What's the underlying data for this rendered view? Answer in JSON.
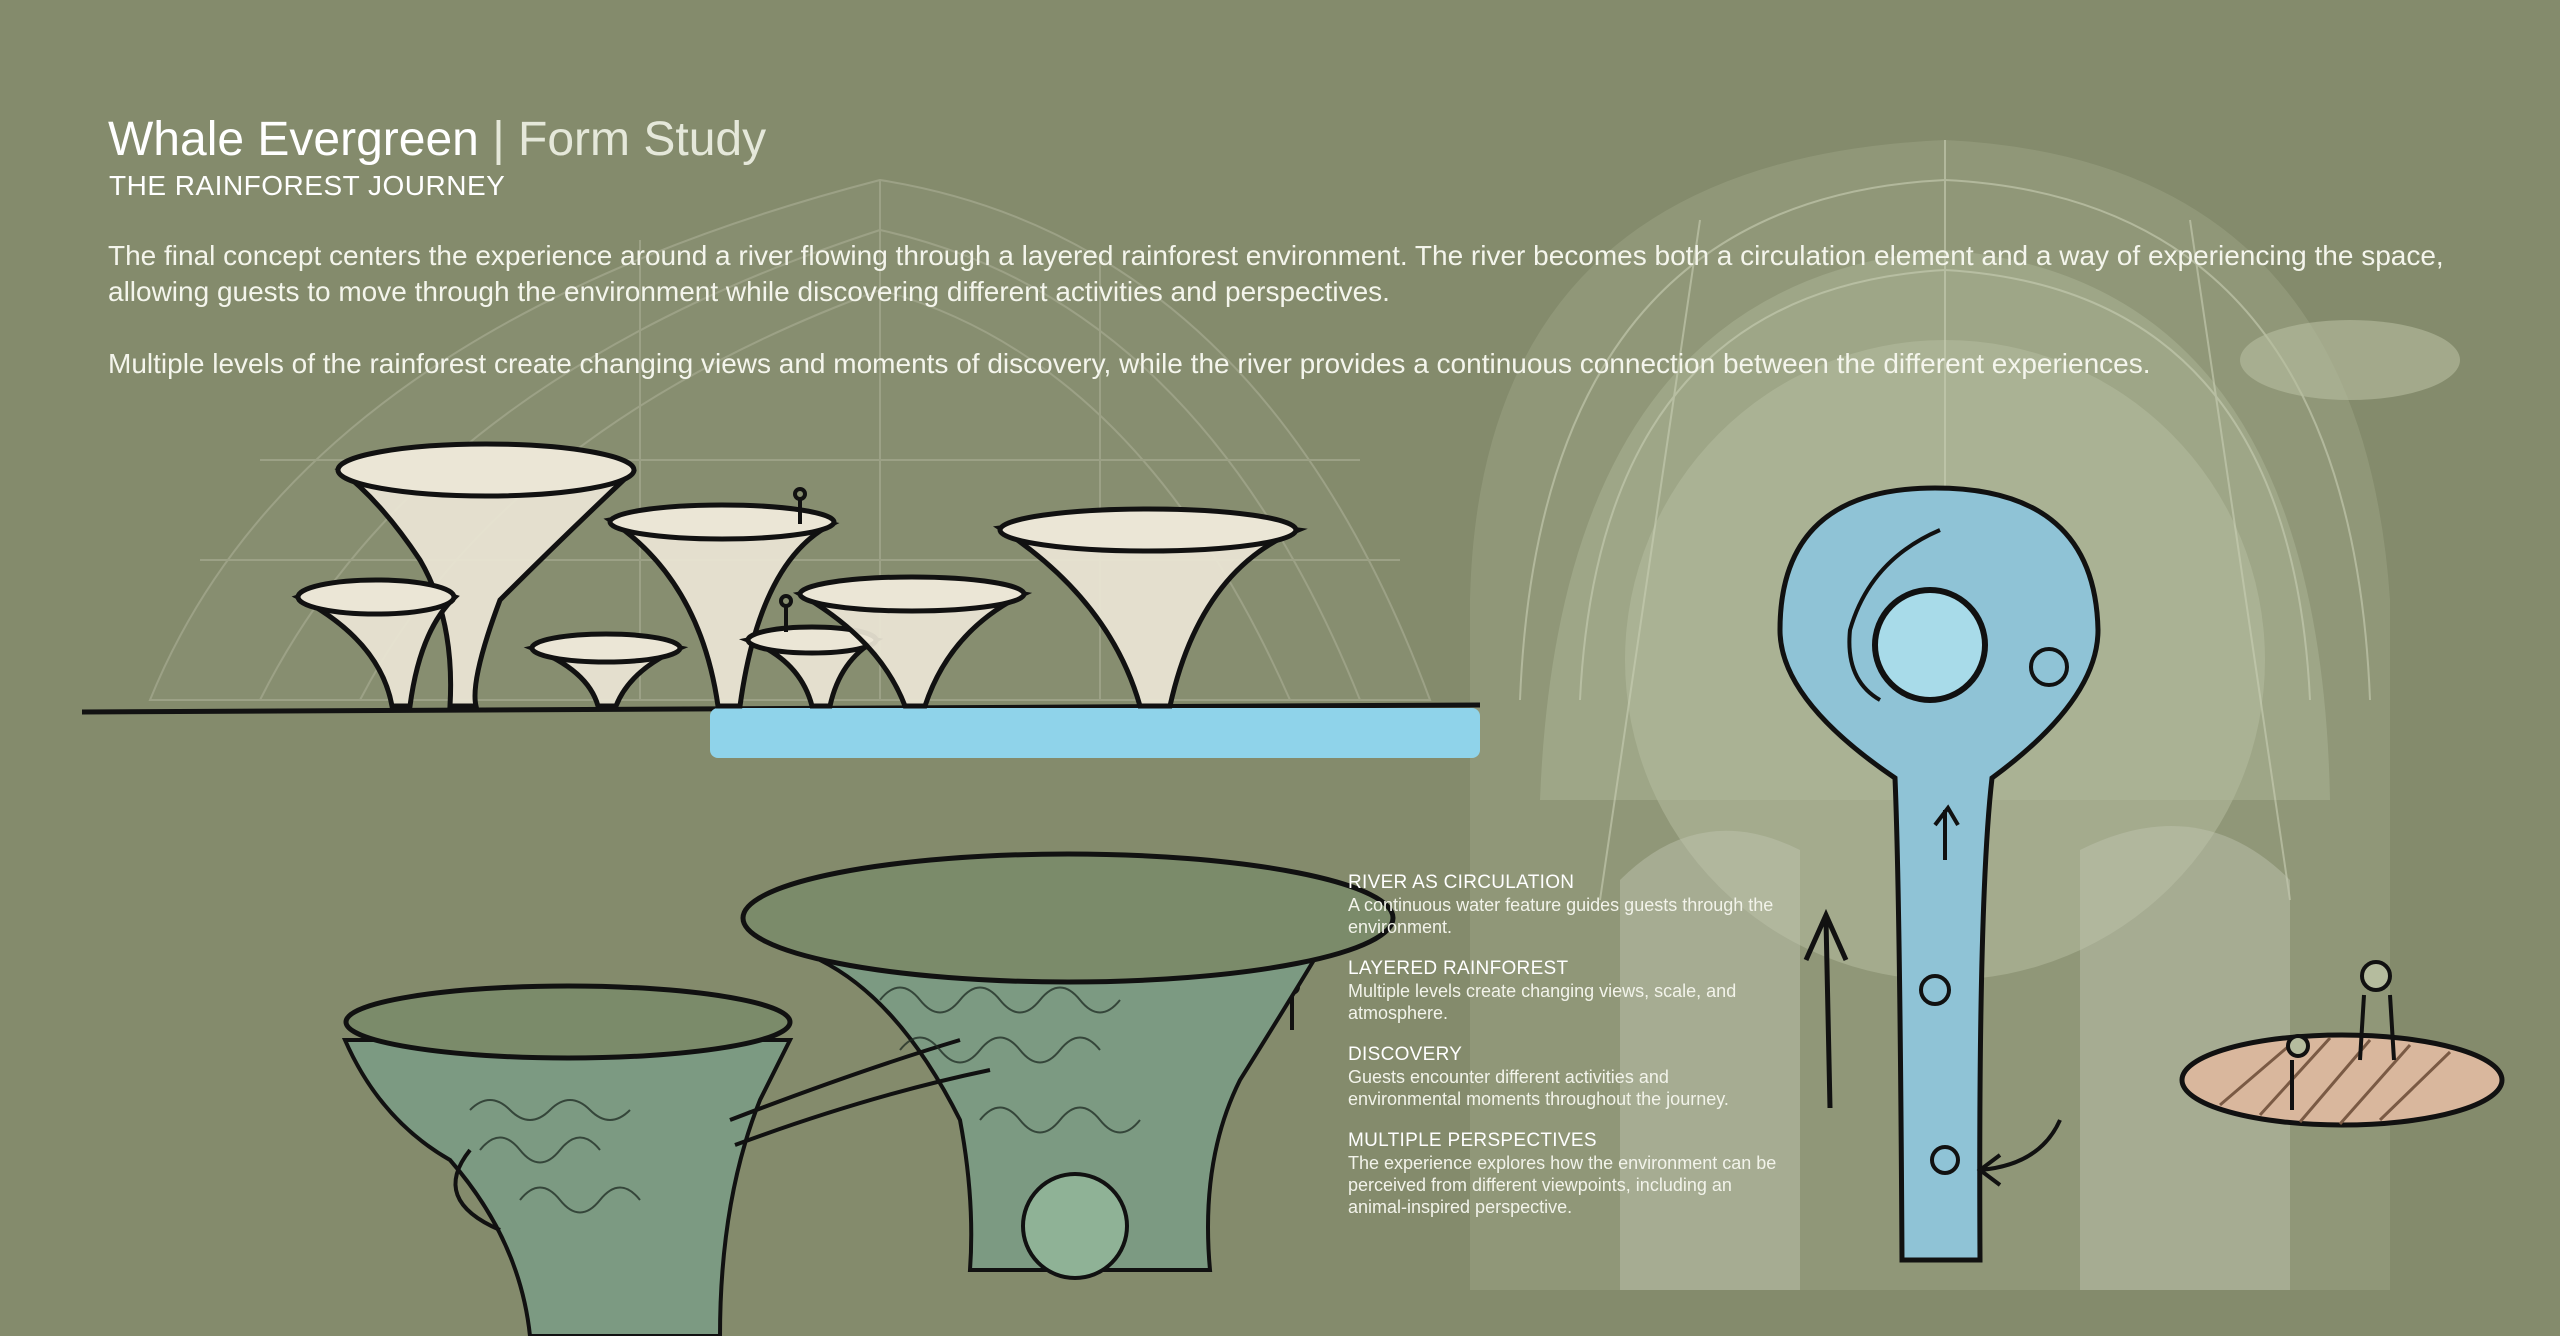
{
  "header": {
    "title": "Whale Evergreen",
    "separator": "|",
    "subtitle_title": "Form Study",
    "section": "THE RAINFOREST JOURNEY"
  },
  "paragraphs": [
    "The final concept centers the experience around a river flowing through a layered rainforest environment. The river becomes both a circulation element and a way of experiencing the space, allowing guests to move through the environment while discovering different activities and perspectives.",
    "Multiple levels of the rainforest create changing views and moments of discovery, while the river provides a continuous connection between the different experiences."
  ],
  "notes": [
    {
      "heading": "RIVER AS CIRCULATION",
      "body": "A continuous water feature guides guests through the environment."
    },
    {
      "heading": "LAYERED RAINFOREST",
      "body": "Multiple levels create changing views, scale, and atmosphere."
    },
    {
      "heading": "DISCOVERY",
      "body": "Guests encounter different activities and environmental moments throughout the journey."
    },
    {
      "heading": "MULTIPLE PERSPECTIVES",
      "body": "The experience explores how the environment can be perceived from different viewpoints, including an animal-inspired perspective."
    }
  ],
  "colors": {
    "background": "#848b6c",
    "river": "#8fd3ea",
    "dome": "#9aa283",
    "canopy": "#ebe6d6",
    "platform": "#d9b79d"
  }
}
